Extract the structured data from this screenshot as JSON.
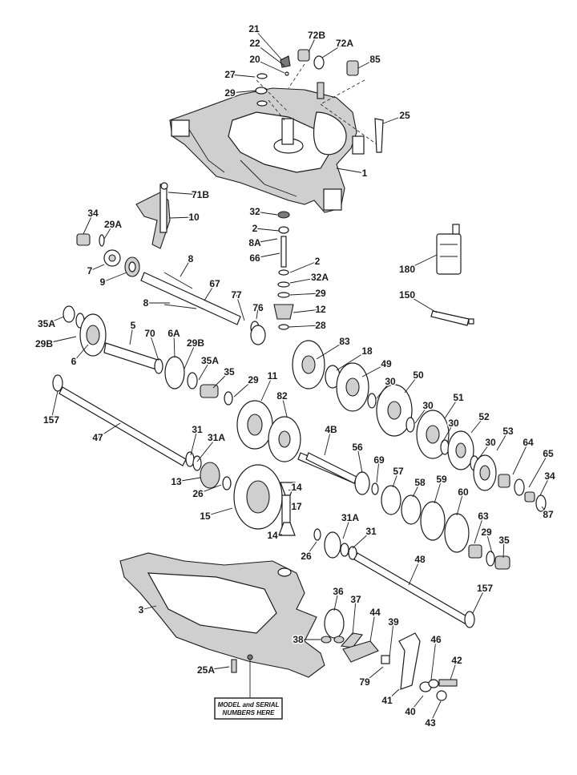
{
  "colors": {
    "ink": "#1a1a1a",
    "paper": "#ffffff",
    "metal": "#cfcfcf",
    "shade": "#7a7a7a"
  },
  "serial_box": {
    "line1": "MODEL and SERIAL",
    "line2": "NUMBERS HERE"
  },
  "labels": [
    "21",
    "22",
    "20",
    "72B",
    "72A",
    "85",
    "27",
    "29",
    "25",
    "1",
    "71B",
    "10",
    "34",
    "29A",
    "7",
    "9",
    "32",
    "2",
    "8A",
    "66",
    "8",
    "67",
    "2",
    "32A",
    "29",
    "12",
    "28",
    "77",
    "76",
    "8",
    "180",
    "150",
    "35A",
    "29B",
    "6",
    "5",
    "70",
    "6A",
    "29B",
    "35A",
    "35",
    "29",
    "83",
    "18",
    "49",
    "30",
    "50",
    "30",
    "51",
    "30",
    "52",
    "30",
    "53",
    "64",
    "65",
    "34",
    "87",
    "11",
    "82",
    "4B",
    "157",
    "47",
    "31",
    "31A",
    "13",
    "26",
    "56",
    "69",
    "57",
    "58",
    "59",
    "60",
    "63",
    "29",
    "35",
    "14",
    "17",
    "15",
    "14",
    "31A",
    "31",
    "26",
    "48",
    "157",
    "3",
    "36",
    "37",
    "44",
    "39",
    "38",
    "46",
    "42",
    "25A",
    "79",
    "41",
    "40",
    "43"
  ]
}
